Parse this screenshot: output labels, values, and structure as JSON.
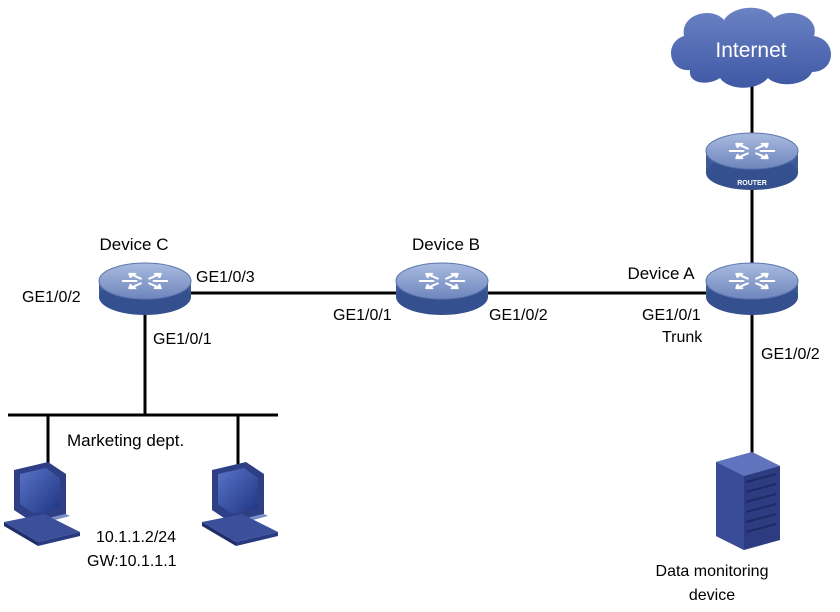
{
  "internet": {
    "label": "Internet"
  },
  "router": {
    "label": "ROUTER"
  },
  "device_a": {
    "name": "Device A",
    "port_b": "GE1/0/1",
    "port_b_mode": "Trunk",
    "port_monitor": "GE1/0/2"
  },
  "device_b": {
    "name": "Device B",
    "port_c": "GE1/0/1",
    "port_a": "GE1/0/2"
  },
  "device_c": {
    "name": "Device C",
    "port_b": "GE1/0/3",
    "port_left": "GE1/0/2",
    "port_lan": "GE1/0/1"
  },
  "lan": {
    "name": "Marketing dept.",
    "host_ip": "10.1.1.2/24",
    "host_gw": "GW:10.1.1.1"
  },
  "monitor": {
    "line1": "Data monitoring",
    "line2": "device"
  },
  "colors": {
    "switch_top": "#7f97c9",
    "switch_side": "#3f5a98",
    "cloud": "#4d67b3",
    "link": "#000000"
  },
  "icons": {
    "switch": "layer3-switch-icon",
    "router": "router-icon",
    "cloud": "cloud-icon",
    "host": "desktop-pc-icon",
    "server": "server-icon"
  }
}
